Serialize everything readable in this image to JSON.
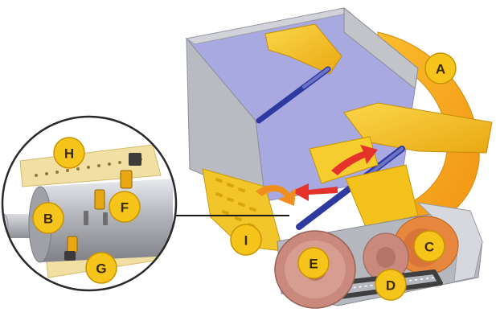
{
  "colors": {
    "callout_fill": "#f6c51c",
    "callout_stroke": "#c89400",
    "hopper_grey": "#b9bbc2",
    "hopper_blue": "#a9a9e2",
    "yellow_part": "#f3c21d",
    "orange_part": "#f7a81a",
    "pulley_pink": "#c9897c",
    "motor_orange": "#e7873d",
    "belt": "#3f3f3f",
    "hydraulic_blue": "#2f3aa0",
    "arrow_red": "#e5322a",
    "arrow_orange": "#f08f1e"
  },
  "labels": [
    {
      "id": "A",
      "text": "A"
    },
    {
      "id": "B",
      "text": "B"
    },
    {
      "id": "C",
      "text": "C"
    },
    {
      "id": "D",
      "text": "D"
    },
    {
      "id": "E",
      "text": "E"
    },
    {
      "id": "F",
      "text": "F"
    },
    {
      "id": "G",
      "text": "G"
    },
    {
      "id": "H",
      "text": "H"
    },
    {
      "id": "I",
      "text": "I"
    }
  ]
}
